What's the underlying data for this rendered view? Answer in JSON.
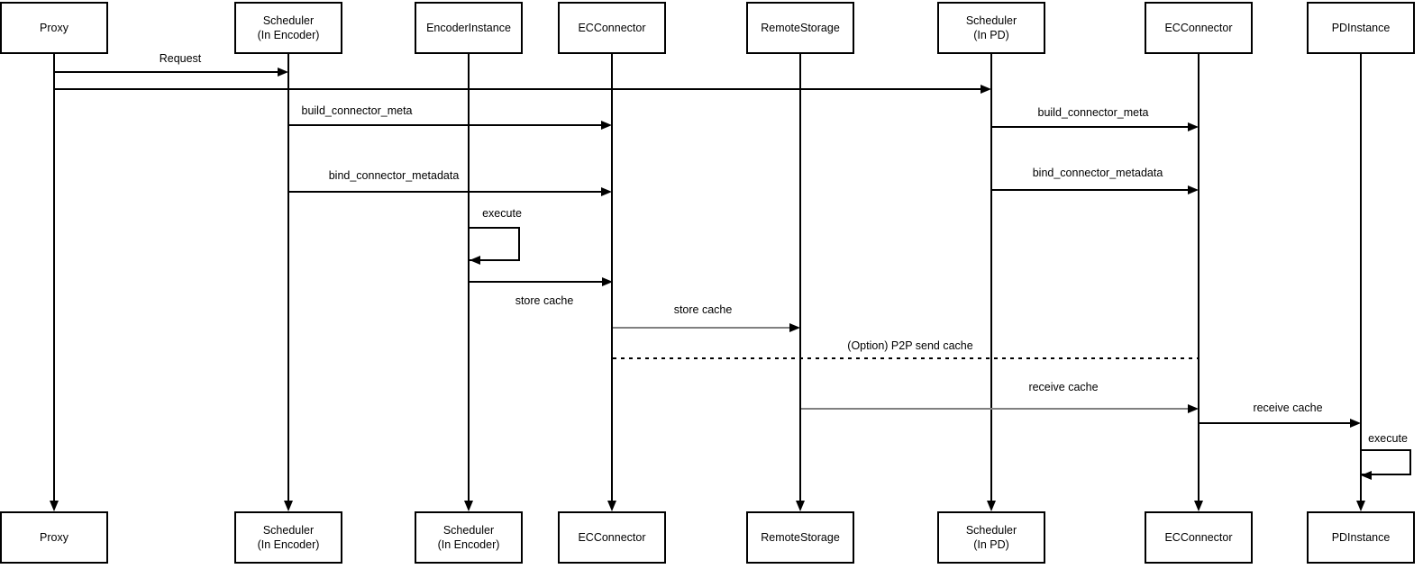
{
  "diagram": {
    "type": "uml-sequence",
    "colors": {
      "stroke": "#000000",
      "muted_stroke": "#808080",
      "box_fill": "#ffffff",
      "background": "#ffffff",
      "text": "#000000"
    },
    "actors_top": [
      {
        "lines": [
          "Proxy"
        ]
      },
      {
        "lines": [
          "Scheduler",
          "(In Encoder)"
        ]
      },
      {
        "lines": [
          "EncoderInstance"
        ]
      },
      {
        "lines": [
          "ECConnector"
        ]
      },
      {
        "lines": [
          "RemoteStorage"
        ]
      },
      {
        "lines": [
          "Scheduler",
          "(In PD)"
        ]
      },
      {
        "lines": [
          "ECConnector"
        ]
      },
      {
        "lines": [
          "PDInstance"
        ]
      }
    ],
    "actors_bottom": [
      {
        "lines": [
          "Proxy"
        ]
      },
      {
        "lines": [
          "Scheduler",
          "(In Encoder)"
        ]
      },
      {
        "lines": [
          "Scheduler",
          "(In Encoder)"
        ]
      },
      {
        "lines": [
          "ECConnector"
        ]
      },
      {
        "lines": [
          "RemoteStorage"
        ]
      },
      {
        "lines": [
          "Scheduler",
          "(In PD)"
        ]
      },
      {
        "lines": [
          "ECConnector"
        ]
      },
      {
        "lines": [
          "PDInstance"
        ]
      }
    ],
    "messages": [
      {
        "label": "Request",
        "from": "Proxy",
        "to": "Scheduler (In Encoder)",
        "style": "solid"
      },
      {
        "label": "",
        "from": "Proxy",
        "to": "Scheduler (In PD)",
        "style": "solid"
      },
      {
        "label": "build_connector_meta",
        "from": "Scheduler (In Encoder)",
        "to": "ECConnector (Encoder)",
        "style": "solid"
      },
      {
        "label": "build_connector_meta",
        "from": "Scheduler (In PD)",
        "to": "ECConnector (PD)",
        "style": "solid"
      },
      {
        "label": "bind_connector_metadata",
        "from": "Scheduler (In Encoder)",
        "to": "ECConnector (Encoder)",
        "style": "solid"
      },
      {
        "label": "bind_connector_metadata",
        "from": "Scheduler (In PD)",
        "to": "ECConnector (PD)",
        "style": "solid"
      },
      {
        "label": "execute",
        "from": "EncoderInstance",
        "to": "EncoderInstance",
        "style": "self"
      },
      {
        "label": "store cache",
        "from": "EncoderInstance",
        "to": "ECConnector (Encoder)",
        "style": "solid"
      },
      {
        "label": "store cache",
        "from": "ECConnector (Encoder)",
        "to": "RemoteStorage",
        "style": "solid"
      },
      {
        "label": "(Option) P2P send cache",
        "from": "ECConnector (Encoder)",
        "to": "ECConnector (PD)",
        "style": "dashed"
      },
      {
        "label": "receive cache",
        "from": "RemoteStorage",
        "to": "ECConnector (PD)",
        "style": "solid"
      },
      {
        "label": "receive cache",
        "from": "ECConnector (PD)",
        "to": "PDInstance",
        "style": "solid"
      },
      {
        "label": "execute",
        "from": "PDInstance",
        "to": "PDInstance",
        "style": "self"
      }
    ]
  }
}
